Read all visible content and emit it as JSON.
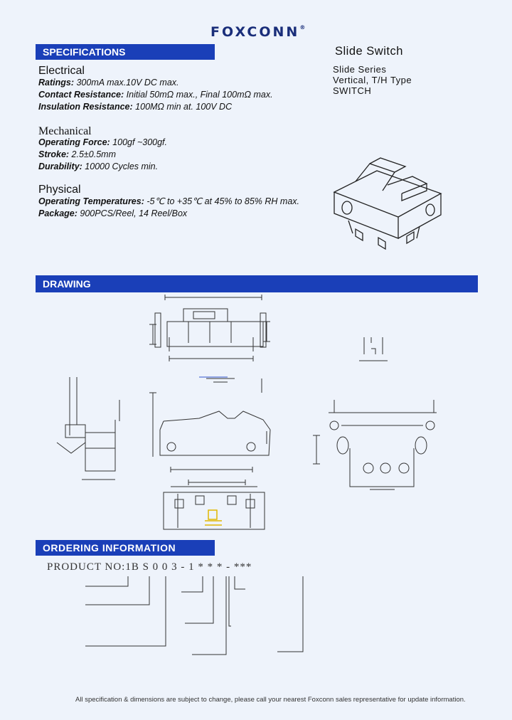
{
  "header": {
    "brand": "FOXCONN",
    "registered": "®"
  },
  "product": {
    "title": "Slide Switch",
    "series": "Slide Series",
    "type": "Vertical, T/H Type",
    "category": "SWITCH"
  },
  "sections": {
    "specifications": "SPECIFICATIONS",
    "drawing": "DRAWING",
    "ordering": "ORDERING   INFORMATION"
  },
  "electrical": {
    "heading": "Electrical",
    "ratings_label": "Ratings:",
    "ratings_value": " 300mA max.10V DC max.",
    "contact_label": "Contact Resistance:",
    "contact_value": " Initial 50mΩ max., Final 100mΩ max.",
    "insulation_label": "Insulation Resistance:",
    "insulation_value": " 100MΩ min at. 100V DC"
  },
  "mechanical": {
    "heading": "Mechanical",
    "force_label": "Operating Force:",
    "force_value": " 100gf ~300gf.",
    "stroke_label": "Stroke:",
    "stroke_value": " 2.5±0.5mm",
    "durability_label": "Durability:",
    "durability_value": " 10000 Cycles min."
  },
  "physical": {
    "heading": "Physical",
    "temp_label": "Operating Temperatures:",
    "temp_value": " -5℃ to +35℃ at 45% to 85% RH max.",
    "package_label": "Package:",
    "package_value": " 900PCS/Reel, 14 Reel/Box"
  },
  "ordering": {
    "part_number": "PRODUCT NO:1B S 0 0 3 - 1 * * * -   ***"
  },
  "footer": {
    "note": "All specification & dimensions are subject to change, please call your nearest Foxconn sales representative for update information."
  }
}
